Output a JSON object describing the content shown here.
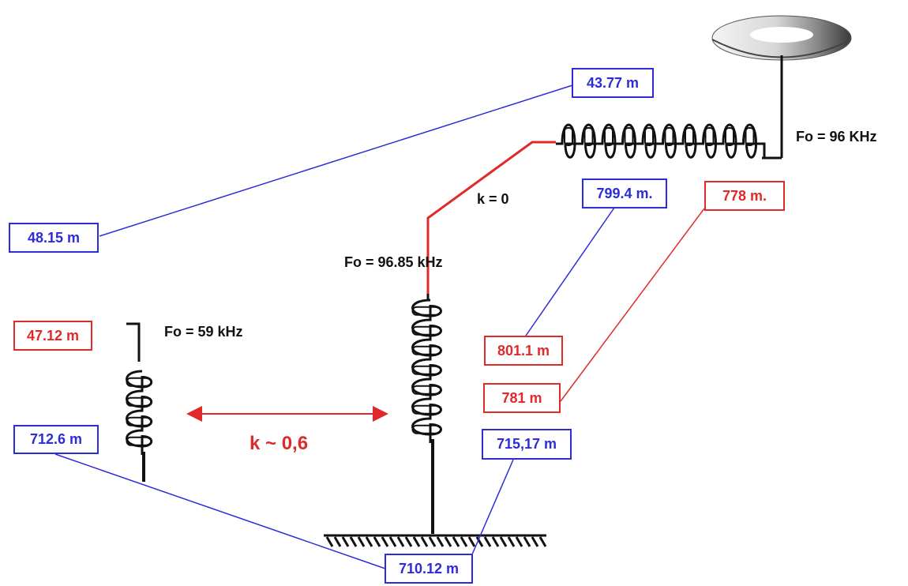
{
  "colors": {
    "blue": "#2d2dd8",
    "red": "#e02a2a",
    "wire": "#111111"
  },
  "icons": [
    "toroid-top-load-icon",
    "secondary-coil-icon",
    "resonator-coil-icon",
    "primary-coil-icon",
    "ground-icon",
    "coupling-arrow-icon"
  ],
  "labels": {
    "fo_extra": "Fo = 96 KHz",
    "fo_secondary": "Fo = 96.85 kHz",
    "fo_primary": "Fo = 59 kHz",
    "k_zero": "k = 0",
    "k_coupling": "k ~ 0,6"
  },
  "boxes": {
    "b4377": "43.77 m",
    "b4815": "48.15 m",
    "b7994": "799.4 m.",
    "b778": "778 m.",
    "b4712": "47.12 m",
    "b8011": "801.1 m",
    "b781": "781 m",
    "b7126": "712.6 m",
    "b71517": "715,17 m",
    "b71012": "710.12 m"
  }
}
